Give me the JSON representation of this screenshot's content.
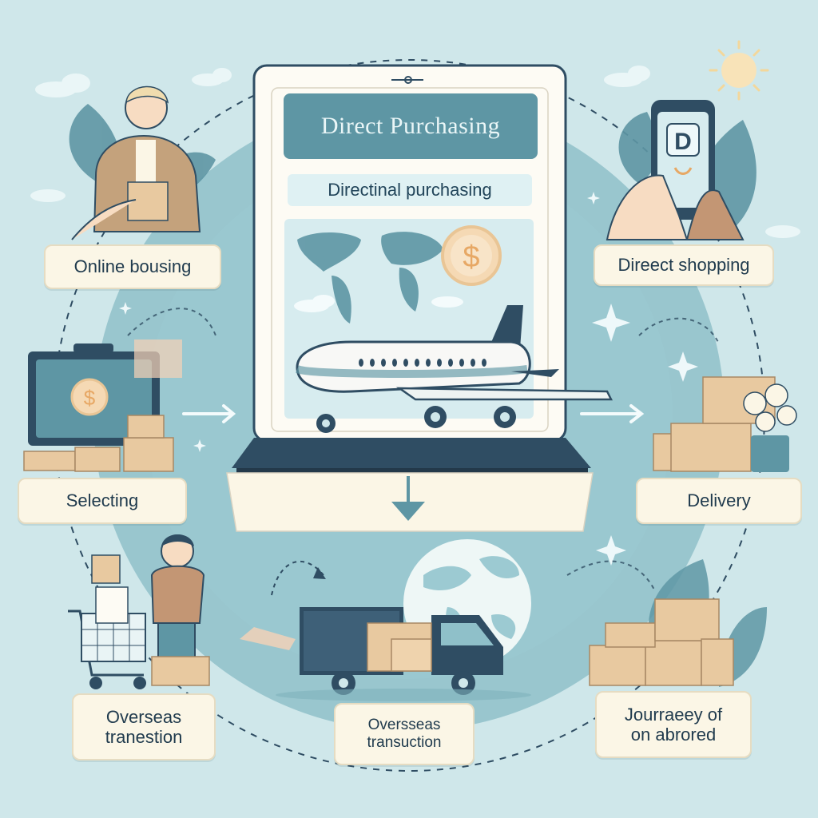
{
  "panel": {
    "title": "Direct Purchasing",
    "subtitle": "Directinal purchasing"
  },
  "phone": {
    "letter": "D"
  },
  "labels": {
    "online_browsing": "Online bousing",
    "direct_shopping": "Direect shopping",
    "selecting": "Selecting",
    "delivery": "Delivery",
    "overseas_transaction_left": {
      "line1": "Overseas",
      "line2": "tranestion"
    },
    "overseas_transaction_center": {
      "line1": "Oversseas",
      "line2": "transuction"
    },
    "journey": {
      "line1": "Jourraeey of",
      "line2": "on abrored"
    }
  },
  "icons": {
    "coin": "$",
    "sun": "sun-icon",
    "plane": "airplane-icon",
    "truck": "truck-icon",
    "globe": "globe-icon",
    "cart": "shopping-cart-icon"
  },
  "colors": {
    "background": "#cfe7ea",
    "circle": "#8fc0c9",
    "navy": "#2f4d63",
    "teal": "#5e96a4",
    "cream": "#fbf6e6",
    "box": "#e8c9a0"
  }
}
